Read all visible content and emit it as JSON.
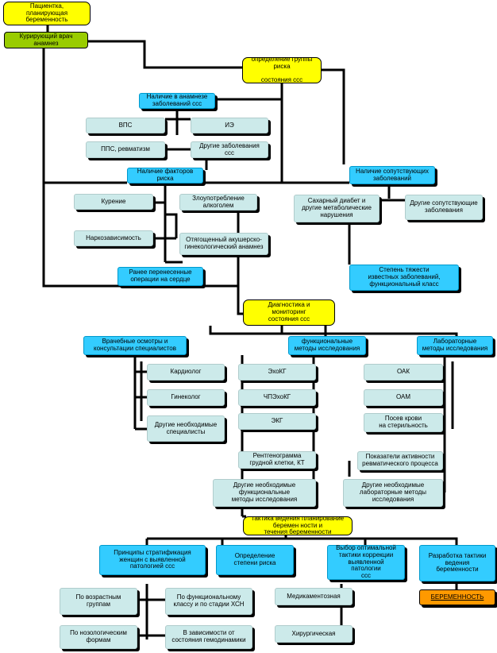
{
  "nodes": {
    "patient": "Пациентка,\nпланирующая\nбеременность",
    "doctor": "Курирующий врач\nанамнез",
    "risk_group": "определение группы\nриска\n\nсостояния ссс",
    "cvd_history": "Наличие в анамнезе\nзаболеваний ссс",
    "vps": "ВПС",
    "ie": "ИЭ",
    "pps": "ППС, ревматизм",
    "other_diseases": "Другие заболевания\nссс",
    "risk_factors": "Наличие факторов\nриска",
    "smoking": "Курение",
    "alcohol": "Злоупотребление\nалкоголем",
    "drugs": "Наркозависимость",
    "obstetric": "Отягощенный акушерско-\nгинекологический анамнез",
    "surgery": "Ранее перенесенные\nоперации на сердце",
    "comorbid": "Наличие сопутствующих\nзаболеваний",
    "diabetes": "Сахарный диабет и\nдругие метаболические\nнарушения",
    "other_comorbid": "Другие сопутствующие\nзаболевания",
    "severity": "Степень тяжести\nизвестных заболеваний,\nфункциональный класс",
    "diagnostics": "Диагностика и\nмониторинг\nсостояния ссс",
    "exams": "Врачебные осмотры и\nконсультации специалистов",
    "functional": "функциональные\nметоды исследования",
    "lab": "Лабораторные\nметоды исследования",
    "cardiologist": "Кардиолог",
    "gynecologist": "Гинеколог",
    "other_specialists": "Другие необходимые\nспециалисты",
    "echo": "ЭхоКГ",
    "tee": "ЧПЭхоКГ",
    "ecg": "ЭКГ",
    "xray": "Рентгенограмма\nгрудной клетки, КТ",
    "other_functional": "Другие необходимые\nфункциональные\nметоды исследования",
    "oak": "ОАК",
    "oam": "ОАМ",
    "blood_culture": "Посев крови\nна стерильность",
    "rheum_markers": "Показатели активности\nревматического процесса",
    "other_lab": "Другие необходимые\nлабораторные методы\nисследования",
    "tactics": "тактика ведения планирование\nберемен ности и\nтечения беременности",
    "stratification": "Принципы стратификация\nженщин с выявленной\nпатологией ссс",
    "risk_degree": "Определение\nстепени риска",
    "correction": "Выбор оптимальной\nтактики коррекции\nвыявленной\nпатологии\nссс",
    "management": "Разработка тактики\nведения\nбеременности",
    "by_age": "По возрастным\nгруппам",
    "by_nyha": "По функциональному\nклассу и по стадии ХСН",
    "by_nosology": "По нозологическим\nформам",
    "by_hemodynamics": "В зависимости от\nсостояния гемодинамики",
    "medication": "Медикаментозная",
    "surgical": "Хирургическая",
    "pregnancy": "БЕРЕМЕННОСТЬ"
  },
  "colors": {
    "start": "#ffff00",
    "doctor": "#99cc00",
    "category": "#33ccff",
    "item": "#cceaea",
    "outcome": "#ff9900"
  }
}
